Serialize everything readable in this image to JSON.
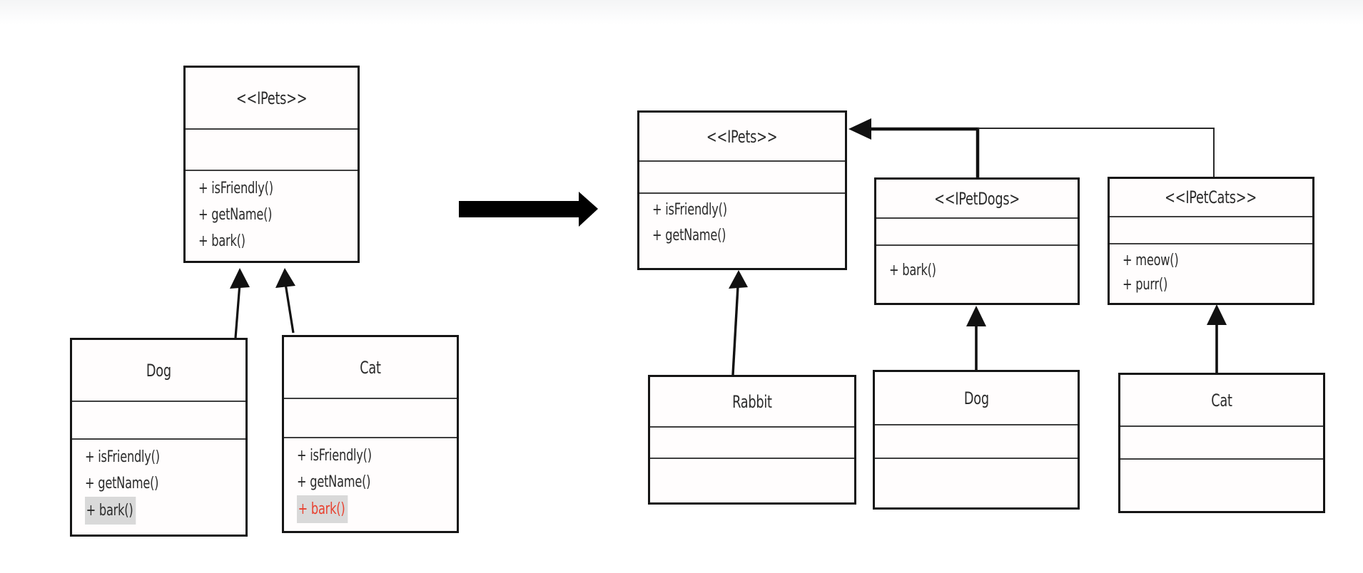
{
  "diagram": {
    "description": "UML class diagrams: interface segregation refactoring, before and after",
    "before": {
      "ipets": {
        "title": "<<IPets>>",
        "methods": [
          "+ isFriendly()",
          "+ getName()",
          "+ bark()"
        ]
      },
      "dog": {
        "title": "Dog",
        "methods": [
          "+ isFriendly()",
          "+ getName()",
          "+ bark()"
        ]
      },
      "cat": {
        "title": "Cat",
        "methods": [
          "+ isFriendly()",
          "+ getName()",
          "+ bark()"
        ]
      }
    },
    "after": {
      "ipets": {
        "title": "<<IPets>>",
        "methods": [
          "+ isFriendly()",
          "+ getName()"
        ]
      },
      "ipetdogs": {
        "title": "<<IPetDogs>",
        "methods": [
          "+ bark()"
        ]
      },
      "ipetcats": {
        "title": "<<IPetCats>>",
        "methods": [
          "+ meow()",
          "+ purr()"
        ]
      },
      "rabbit": {
        "title": "Rabbit",
        "methods": []
      },
      "dog": {
        "title": "Dog",
        "methods": []
      },
      "cat": {
        "title": "Cat",
        "methods": []
      }
    },
    "colors": {
      "violation_text": "#e8402f",
      "highlight_bg": "#d9d9d9",
      "line": "#111111"
    }
  }
}
